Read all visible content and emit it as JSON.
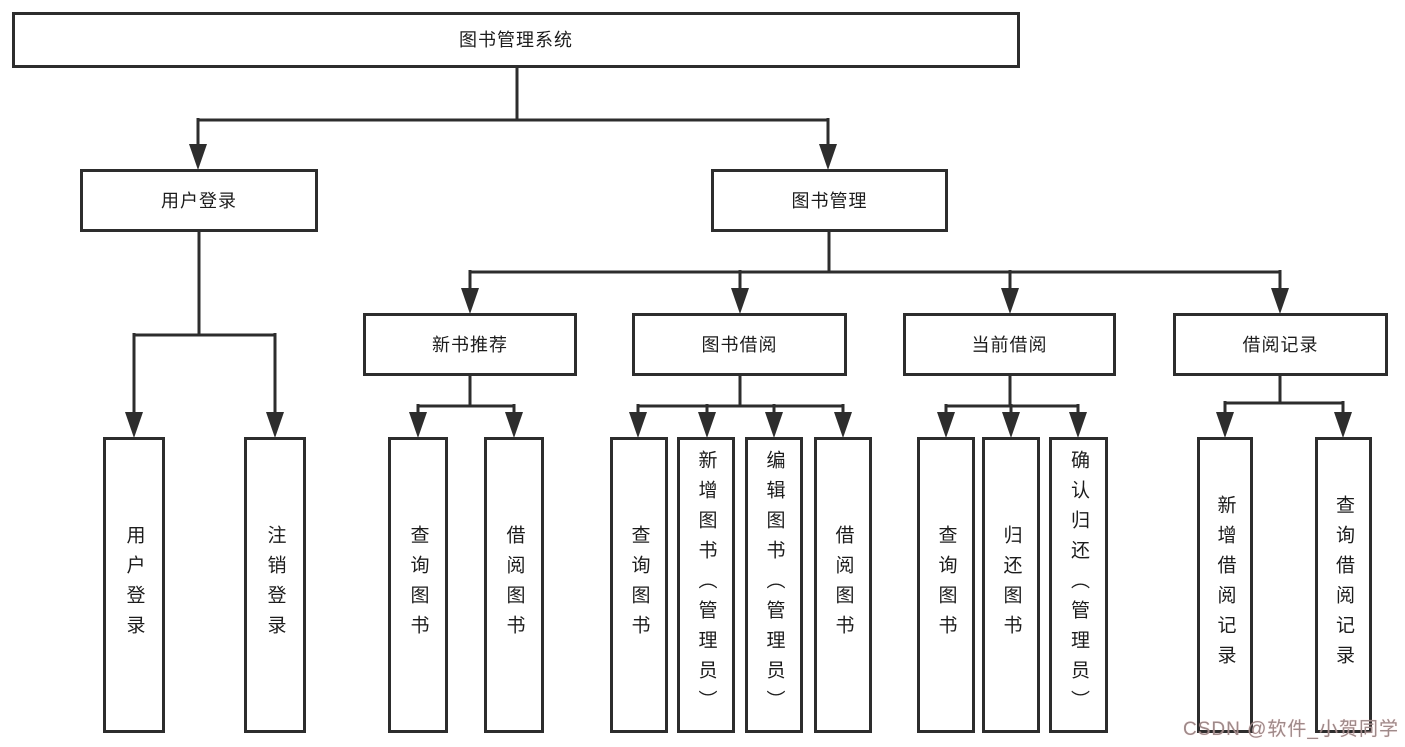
{
  "diagram": {
    "root": {
      "label": "图书管理系统"
    },
    "level2": [
      {
        "label": "用户登录",
        "children": [
          {
            "label": "用户登录"
          },
          {
            "label": "注销登录"
          }
        ]
      },
      {
        "label": "图书管理",
        "children": [
          {
            "label": "新书推荐",
            "children": [
              {
                "label": "查询图书"
              },
              {
                "label": "借阅图书"
              }
            ]
          },
          {
            "label": "图书借阅",
            "children": [
              {
                "label": "查询图书"
              },
              {
                "label": "新增图书（管理员）"
              },
              {
                "label": "编辑图书（管理员）"
              },
              {
                "label": "借阅图书"
              }
            ]
          },
          {
            "label": "当前借阅",
            "children": [
              {
                "label": "查询图书"
              },
              {
                "label": "归还图书"
              },
              {
                "label": "确认归还（管理员）"
              }
            ]
          },
          {
            "label": "借阅记录",
            "children": [
              {
                "label": "新增借阅记录"
              },
              {
                "label": "查询借阅记录"
              }
            ]
          }
        ]
      }
    ]
  },
  "watermark": {
    "text": "CSDN @软件_小贺同学"
  },
  "colors": {
    "line": "#2d2d2d",
    "box_border": "#2d2d2d",
    "text": "#1c1c1c",
    "background": "#ffffff",
    "watermark": "#9d8a8a"
  }
}
